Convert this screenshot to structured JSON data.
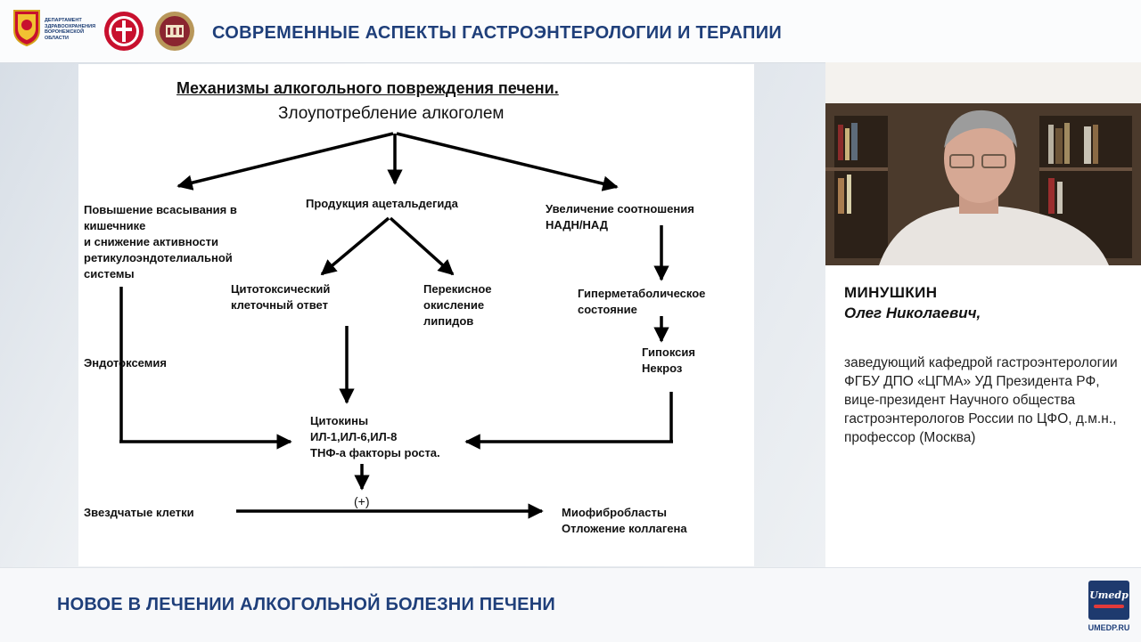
{
  "header": {
    "region_text": "ДЕПАРТАМЕНТ ЗДРАВООХРАНЕНИЯ ВОРОНЕЖСКОЙ ОБЛАСТИ",
    "conference_title": "СОВРЕМЕННЫЕ АСПЕКТЫ ГАСТРОЭНТЕРОЛОГИИ И ТЕРАПИИ"
  },
  "slide": {
    "title": "Механизмы алкогольного повреждения печени.",
    "subtitle": "Злоупотребление алкоголем",
    "nodes": {
      "absorption": [
        "Повышение всасывания в",
        "кишечнике",
        "и снижение активности",
        "ретикулоэндотелиальной",
        "системы"
      ],
      "acetaldehyde": [
        "Продукция ацетальдегида"
      ],
      "nadh": [
        "Увеличение соотношения",
        "НАДН/НАД"
      ],
      "cytotoxic": [
        "Цитотоксический",
        "клеточный ответ"
      ],
      "peroxidation": [
        "Перекисное",
        "окисление",
        "липидов"
      ],
      "hypermetabolic": [
        "Гиперметаболическое",
        "состояние"
      ],
      "endotoxemia": [
        "Эндотоксемия"
      ],
      "hypoxia": [
        "Гипоксия",
        "Некроз"
      ],
      "cytokines": [
        "Цитокины",
        "ИЛ-1,ИЛ-6,ИЛ-8",
        "ТНФ-а факторы роста."
      ],
      "plus": "(+)",
      "stellate": [
        "Звездчатые клетки"
      ],
      "myofibroblasts": [
        "Миофибробласты",
        "Отложение коллагена"
      ]
    }
  },
  "speaker": {
    "surname": "МИНУШКИН",
    "name": "Олег Николаевич,",
    "bio": "заведующий кафедрой гастроэнтерологии ФГБУ ДПО «ЦГМА» УД Президента РФ, вице-президент Научного общества гастроэнтерологов России по ЦФО, д.м.н., профессор (Москва)"
  },
  "footer": {
    "lecture_title": "НОВОЕ В ЛЕЧЕНИИ АЛКОГОЛЬНОЙ БОЛЕЗНИ ПЕЧЕНИ",
    "brand_logo": "Umedp",
    "brand_url": "UMEDP.RU"
  },
  "colors": {
    "brand_blue": "#1f3f7a",
    "slide_background": "#ffffff",
    "accent_red": "#c8102e"
  }
}
